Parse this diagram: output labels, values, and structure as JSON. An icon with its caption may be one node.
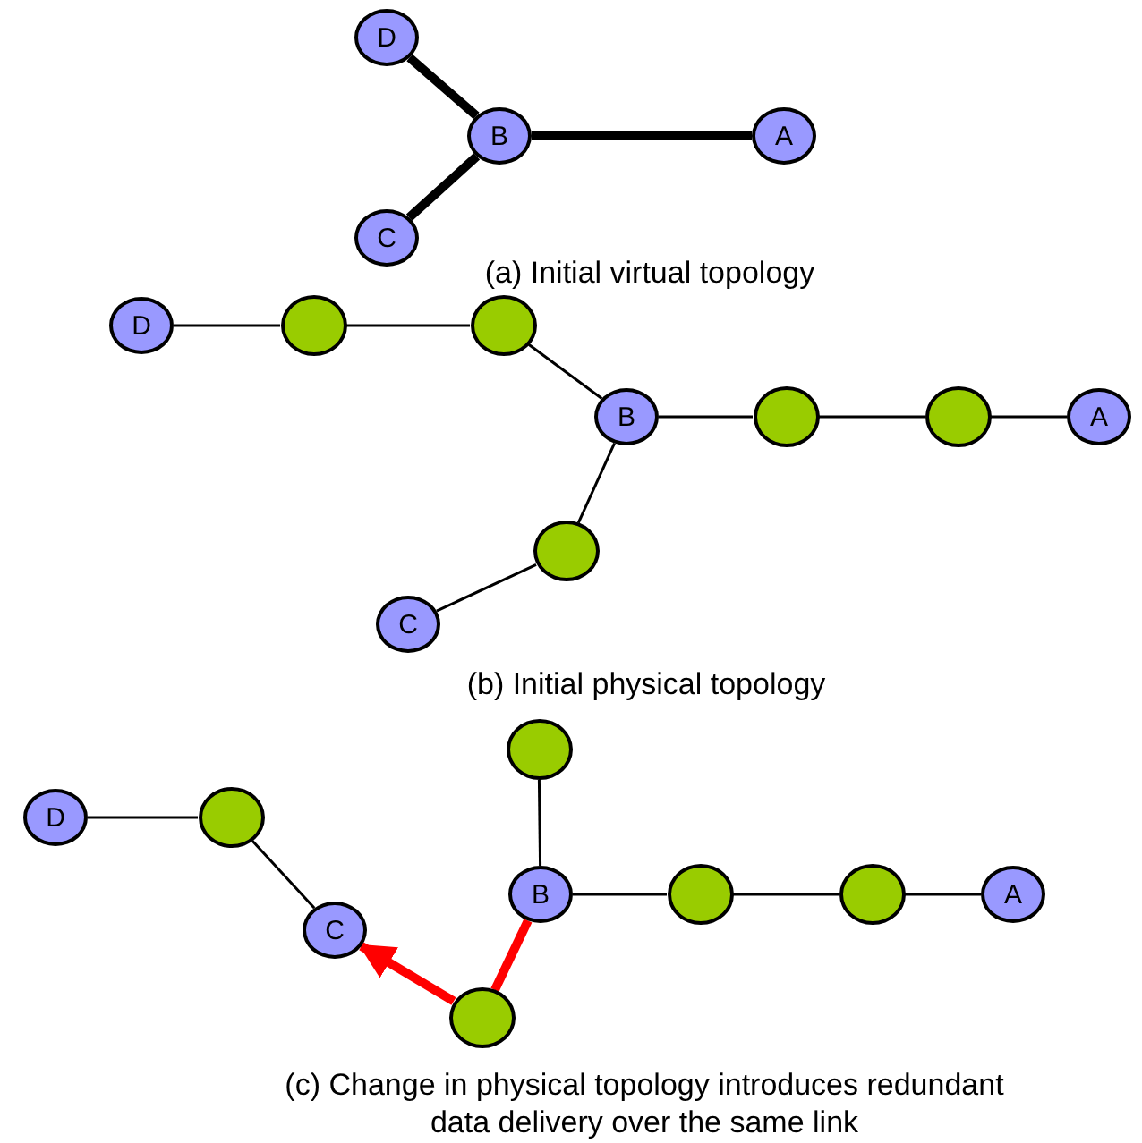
{
  "diagram": {
    "nodes": [
      {
        "text": [
          "D"
        ]
      },
      {
        "text": [
          "B"
        ]
      },
      {
        "text": [
          "A"
        ]
      },
      {
        "text": [
          "C"
        ]
      },
      {
        "text": [
          "D"
        ]
      },
      {
        "text": [],
        "shape": "circle"
      },
      {
        "text": [],
        "shape": "circle"
      },
      {
        "text": [
          "B"
        ]
      },
      {
        "text": [],
        "shape": "circle"
      },
      {
        "text": [],
        "shape": "circle"
      },
      {
        "text": [
          "A"
        ]
      },
      {
        "text": [],
        "shape": "circle"
      },
      {
        "text": [
          "C"
        ]
      },
      {
        "text": [],
        "shape": "circle"
      },
      {
        "text": [
          "D"
        ]
      },
      {
        "text": [],
        "shape": "circle"
      },
      {
        "text": [
          "B"
        ]
      },
      {
        "text": [],
        "shape": "circle"
      },
      {
        "text": [],
        "shape": "circle"
      },
      {
        "text": [
          "A"
        ]
      },
      {
        "text": [
          "C"
        ]
      },
      {
        "text": [],
        "shape": "circle"
      }
    ],
    "edges": [
      {
        "from": 1,
        "to": 0,
        "arrow": "none",
        "style": "thick"
      },
      {
        "from": 1,
        "to": 3,
        "arrow": "none",
        "style": "thick"
      },
      {
        "from": 1,
        "to": 2,
        "arrow": "none",
        "style": "thick"
      },
      {
        "from": 4,
        "to": 5,
        "arrow": "none"
      },
      {
        "from": 5,
        "to": 6,
        "arrow": "none"
      },
      {
        "from": 6,
        "to": 7,
        "arrow": "none"
      },
      {
        "from": 7,
        "to": 8,
        "arrow": "none"
      },
      {
        "from": 8,
        "to": 9,
        "arrow": "none"
      },
      {
        "from": 9,
        "to": 10,
        "arrow": "none"
      },
      {
        "from": 7,
        "to": 11,
        "arrow": "none"
      },
      {
        "from": 11,
        "to": 12,
        "arrow": "none"
      },
      {
        "from": 14,
        "to": 15,
        "arrow": "none"
      },
      {
        "from": 15,
        "to": 20,
        "arrow": "none"
      },
      {
        "from": 13,
        "to": 16,
        "arrow": "none"
      },
      {
        "from": 16,
        "to": 17,
        "arrow": "none"
      },
      {
        "from": 17,
        "to": 18,
        "arrow": "none"
      },
      {
        "from": 18,
        "to": 19,
        "arrow": "none"
      },
      {
        "from": 16,
        "to": 21,
        "arrow": "none",
        "style": "thick",
        "color": "#ff0000"
      },
      {
        "from": 21,
        "to": 20,
        "arrow": "to",
        "style": "thick",
        "color": "#ff0000"
      }
    ],
    "labels": [
      "(a) Initial virtual topology",
      "(b) Initial physical topology",
      "(c) Change in physical topology introduces redundant data delivery over the same link"
    ]
  }
}
